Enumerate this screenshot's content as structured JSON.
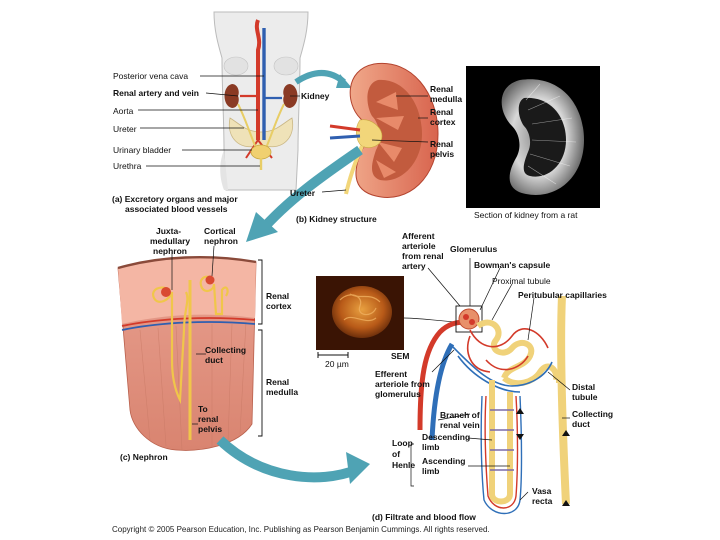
{
  "labels_a": {
    "posterior_vena_cava": "Posterior vena cava",
    "renal_artery_vein": "Renal artery and vein",
    "aorta": "Aorta",
    "ureter": "Ureter",
    "urinary_bladder": "Urinary bladder",
    "urethra": "Urethra",
    "kidney": "Kidney",
    "caption_line1": "(a) Excretory organs and major",
    "caption_line2": "associated blood vessels"
  },
  "labels_b": {
    "renal_medulla_1": "Renal",
    "renal_medulla_2": "medulla",
    "renal_cortex_1": "Renal",
    "renal_cortex_2": "cortex",
    "renal_pelvis_1": "Renal",
    "renal_pelvis_2": "pelvis",
    "ureter": "Ureter",
    "caption": "(b) Kidney structure",
    "rat_caption": "Section of kidney from a rat"
  },
  "labels_c": {
    "juxta_1": "Juxta-",
    "juxta_2": "medullary",
    "juxta_3": "nephron",
    "cortical_1": "Cortical",
    "cortical_2": "nephron",
    "renal_cortex_1": "Renal",
    "renal_cortex_2": "cortex",
    "collecting_1": "Collecting",
    "collecting_2": "duct",
    "renal_medulla_1": "Renal",
    "renal_medulla_2": "medulla",
    "to_pelvis_1": "To",
    "to_pelvis_2": "renal",
    "to_pelvis_3": "pelvis",
    "caption": "(c) Nephron"
  },
  "labels_sem": {
    "scale": "20 µm",
    "sem": "SEM"
  },
  "labels_d": {
    "afferent_1": "Afferent",
    "afferent_2": "arteriole",
    "afferent_3": "from renal",
    "afferent_4": "artery",
    "glomerulus": "Glomerulus",
    "bowmans": "Bowman's capsule",
    "proximal": "Proximal tubule",
    "peritubular": "Peritubular capillaries",
    "efferent_1": "Efferent",
    "efferent_2": "arteriole from",
    "efferent_3": "glomerulus",
    "distal_1": "Distal",
    "distal_2": "tubule",
    "collecting_1": "Collecting",
    "collecting_2": "duct",
    "branch_1": "Branch of",
    "branch_2": "renal vein",
    "loop_1": "Loop",
    "loop_2": "of",
    "loop_3": "Henle",
    "descending_1": "Descending",
    "descending_2": "limb",
    "ascending_1": "Ascending",
    "ascending_2": "limb",
    "vasa_1": "Vasa",
    "vasa_2": "recta",
    "caption": "(d) Filtrate and blood flow"
  },
  "copyright": "Copyright © 2005 Pearson Education, Inc. Publishing as Pearson Benjamin Cummings. All rights reserved."
}
